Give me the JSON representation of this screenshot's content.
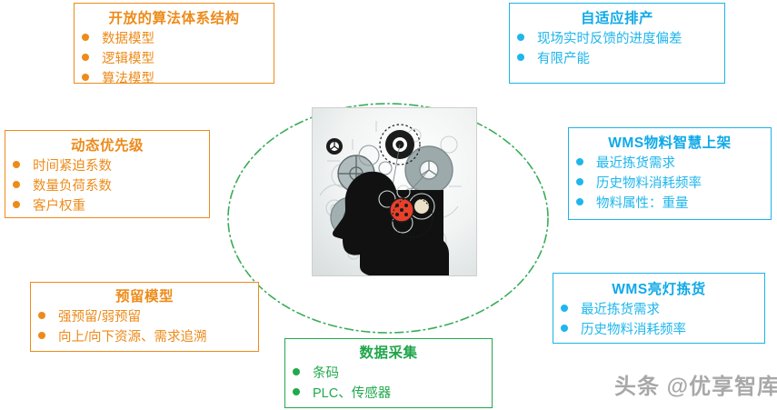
{
  "colors": {
    "orange": "#ED8B1A",
    "blue": "#1BB3E9",
    "green": "#21A84B",
    "ring": "#2EA84F",
    "watermark": "#9a9a9a"
  },
  "center": {
    "image_name": "head-silhouette-with-gears",
    "alt": "人脑齿轮图"
  },
  "ring": {
    "name": "dashed-green-circle",
    "style": "dash-dot"
  },
  "boxes": [
    {
      "id": "algorithm",
      "accent": "orange",
      "title": "开放的算法体系结构",
      "items": [
        "数据模型",
        "逻辑模型",
        "算法模型"
      ]
    },
    {
      "id": "adaptive",
      "accent": "blue",
      "title": "自适应排产",
      "items": [
        "现场实时反馈的进度偏差",
        "有限产能"
      ]
    },
    {
      "id": "priority",
      "accent": "orange",
      "title": "动态优先级",
      "items": [
        "时间紧迫系数",
        "数量负荷系数",
        "客户权重"
      ]
    },
    {
      "id": "wms-putaway",
      "accent": "blue",
      "title": "WMS物料智慧上架",
      "items": [
        "最近拣货需求",
        "历史物料消耗频率",
        "物料属性：重量"
      ]
    },
    {
      "id": "reserve",
      "accent": "orange",
      "title": "预留模型",
      "items": [
        "强预留/弱预留",
        "向上/向下资源、需求追溯"
      ]
    },
    {
      "id": "wms-pick",
      "accent": "blue",
      "title": "WMS亮灯拣货",
      "items": [
        "最近拣货需求",
        "历史物料消耗频率"
      ]
    },
    {
      "id": "data",
      "accent": "green",
      "title": "数据采集",
      "items": [
        "条码",
        "PLC、传感器"
      ]
    }
  ],
  "watermark": {
    "text": "头条 @优享智库"
  }
}
